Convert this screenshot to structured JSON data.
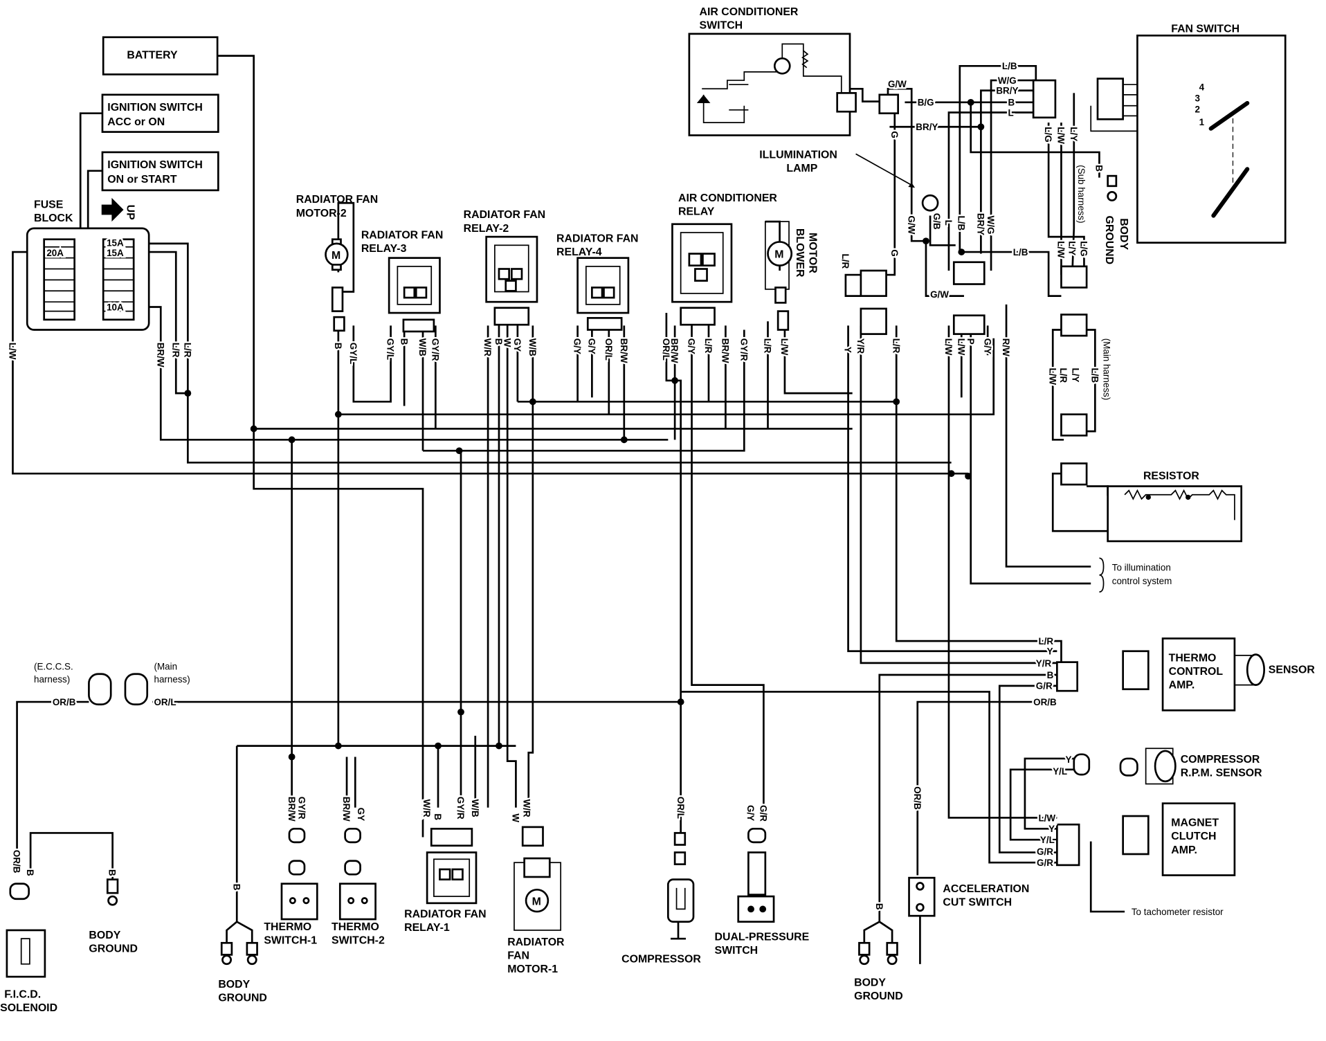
{
  "components": {
    "battery": "BATTERY",
    "ign_acc": [
      "IGNITION SWITCH",
      "ACC or ON"
    ],
    "ign_on": [
      "IGNITION SWITCH",
      "ON or START"
    ],
    "fuse_block": [
      "FUSE",
      "BLOCK"
    ],
    "up": "UP",
    "fuses": [
      "20A",
      "15A",
      "15A",
      "10A"
    ],
    "rad_fan_motor_2": [
      "RADIATOR FAN",
      "MOTOR-2"
    ],
    "rad_fan_relay_3": [
      "RADIATOR FAN",
      "RELAY-3"
    ],
    "rad_fan_relay_2": [
      "RADIATOR FAN",
      "RELAY-2"
    ],
    "rad_fan_relay_4": [
      "RADIATOR FAN",
      "RELAY-4"
    ],
    "ac_relay": [
      "AIR CONDITIONER",
      "RELAY"
    ],
    "blower_motor": [
      "BLOWER",
      "MOTOR"
    ],
    "ac_switch": [
      "AIR CONDITIONER",
      "SWITCH"
    ],
    "illumination_lamp": [
      "ILLUMINATION",
      "LAMP"
    ],
    "fan_switch": "FAN SWITCH",
    "fan_switch_positions": [
      "1",
      "2",
      "3",
      "4"
    ],
    "sub_harness": "(Sub harness)",
    "body_ground_top": [
      "BODY",
      "GROUND"
    ],
    "main_harness_right": "(Main harness)",
    "resistor": "RESISTOR",
    "to_illumination": [
      "To illumination",
      "control system"
    ],
    "thermo_control_amp": [
      "THERMO",
      "CONTROL",
      "AMP."
    ],
    "sensor": "SENSOR",
    "compressor_rpm_sensor": [
      "COMPRESSOR",
      "R.P.M. SENSOR"
    ],
    "magnet_clutch_amp": [
      "MAGNET",
      "CLUTCH",
      "AMP."
    ],
    "to_tachometer": "To tachometer resistor",
    "acceleration_cut_switch": [
      "ACCELERATION",
      "CUT SWITCH"
    ],
    "ecs_harness": [
      "(E.C.C.S.",
      "harness)"
    ],
    "main_harness_left": [
      "(Main",
      "harness)"
    ],
    "ficd_solenoid": [
      "F.I.C.D.",
      "SOLENOID"
    ],
    "body_ground_1": [
      "BODY",
      "GROUND"
    ],
    "body_ground_2": [
      "BODY",
      "GROUND"
    ],
    "body_ground_3": [
      "BODY",
      "GROUND"
    ],
    "body_ground_4": [
      "BODY",
      "GROUND"
    ],
    "thermo_switch_1": [
      "THERMO",
      "SWITCH-1"
    ],
    "thermo_switch_2": [
      "THERMO",
      "SWITCH-2"
    ],
    "rad_fan_relay_1": [
      "RADIATOR FAN",
      "RELAY-1"
    ],
    "rad_fan_motor_1": [
      "RADIATOR",
      "FAN",
      "MOTOR-1"
    ],
    "compressor": "COMPRESSOR",
    "dual_pressure_switch": [
      "DUAL-PRESSURE",
      "SWITCH"
    ],
    "motor_symbol": "M"
  },
  "wire_labels": [
    "L/W",
    "BR/W",
    "L/R",
    "L/R",
    "B",
    "GY/L",
    "GY/L",
    "B",
    "W/B",
    "GY/R",
    "W/R",
    "B",
    "W",
    "GY",
    "W/B",
    "G/Y",
    "G/Y",
    "OR/L",
    "BR/W",
    "OR/L",
    "BR/W",
    "G/Y",
    "L/R",
    "BR/W",
    "GY/R",
    "L/R",
    "L/W",
    "Y",
    "Y/R",
    "L/R",
    "L/W",
    "L/W",
    "P",
    "G/Y",
    "R/W",
    "G/W",
    "B/G",
    "BR/Y",
    "G",
    "L/B",
    "W/G",
    "BR/Y",
    "B",
    "L",
    "L/G",
    "L/W",
    "L/Y",
    "G/W",
    "G/B",
    "L",
    "L/B",
    "BR/Y",
    "W/G",
    "L/B",
    "G/W",
    "G",
    "L/R",
    "L/W",
    "L/Y",
    "L/G",
    "B",
    "L/W",
    "L/R",
    "L/Y",
    "L/B",
    "L/R",
    "Y",
    "Y/R",
    "B",
    "G/R",
    "OR/B",
    "Y",
    "Y/L",
    "L/W",
    "Y",
    "Y/L",
    "G/R",
    "G/R",
    "OR/B",
    "B",
    "OR/B",
    "OR/L",
    "OR/B",
    "B",
    "GY/R",
    "BR/W",
    "BR/W",
    "GY",
    "W/R",
    "B",
    "GY/R",
    "W/B",
    "W/R",
    "W",
    "OR/L",
    "G/Y",
    "G/R",
    "B",
    "B"
  ]
}
